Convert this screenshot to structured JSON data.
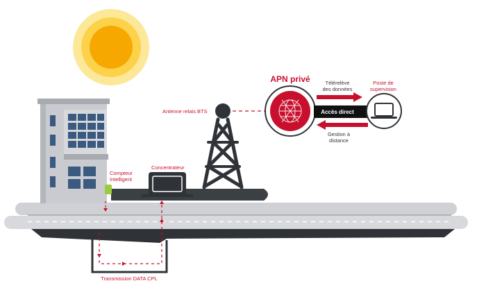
{
  "diagram": {
    "labels": {
      "apn_title": "APN privé",
      "antenna": "Antenne relais BTS",
      "meter_line1": "Compteur",
      "meter_line2": "Intelligent",
      "concentrator": "Concentrateur",
      "teleleve_line1": "Télérelève",
      "teleleve_line2": "des données",
      "supervision_line1": "Poste de",
      "supervision_line2": "supervision",
      "direct_access": "Accès direct",
      "remote_line1": "Gestion à",
      "remote_line2": "distance",
      "transmission": "Transmission DATA CPL"
    },
    "colors": {
      "accent_red": "#c8102e",
      "dark": "#2f3337",
      "sun_outer": "#fde89a",
      "sun_mid": "#fbd24a",
      "sun_core": "#f6a800",
      "building": "#c9cbd0",
      "window": "#3a5a80",
      "meter_green": "#9ccc3a",
      "road": "#cfd1d4"
    }
  }
}
